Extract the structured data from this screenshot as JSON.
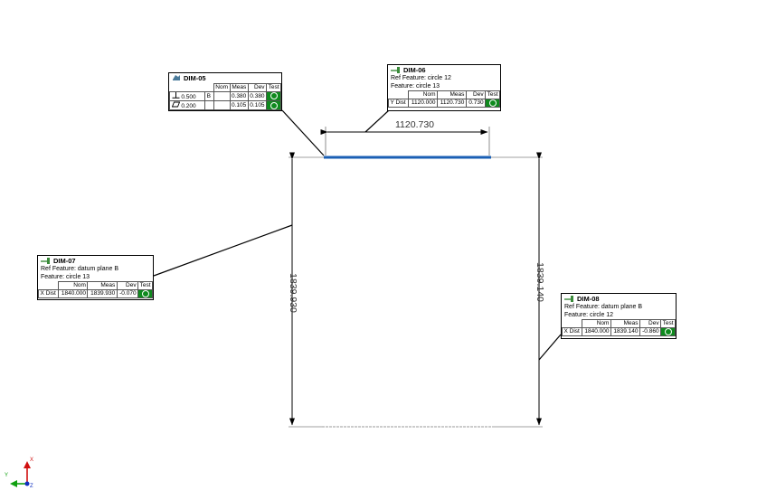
{
  "labels": {
    "nom": "Nom",
    "meas": "Meas",
    "dev": "Dev",
    "test": "Test"
  },
  "dim05": {
    "title": "DIM-05",
    "rows": [
      {
        "sym": "perpendicularity",
        "tol": "0.500",
        "datum": "B",
        "nom": "",
        "meas": "0.380",
        "dev": "0.380"
      },
      {
        "sym": "flatness",
        "tol": "0.200",
        "datum": "",
        "nom": "",
        "meas": "0.105",
        "dev": "0.105"
      }
    ]
  },
  "dim06": {
    "title": "DIM-06",
    "ref": "Ref Feature: circle 12",
    "feature": "Feature: circle 13",
    "row": {
      "label": "Y Dist",
      "nom": "1120.000",
      "meas": "1120.730",
      "dev": "0.730"
    }
  },
  "dim07": {
    "title": "DIM-07",
    "ref": "Ref Feature: datum plane B",
    "feature": "Feature: circle 13",
    "row": {
      "label": "X Dist",
      "nom": "1840.000",
      "meas": "1839.930",
      "dev": "-0.070"
    }
  },
  "dim08": {
    "title": "DIM-08",
    "ref": "Ref Feature: datum plane B",
    "feature": "Feature: circle 12",
    "row": {
      "label": "X Dist",
      "nom": "1840.000",
      "meas": "1839.140",
      "dev": "-0.860"
    }
  },
  "dimensions": {
    "top": "1120.730",
    "left": "1839.930",
    "right": "1839.140"
  },
  "triad": {
    "x": "X",
    "y": "Y",
    "z": "Z"
  },
  "colors": {
    "pass": "#0f8a1e",
    "feature_edge": "#1a5fb4",
    "axis_x": "#d01010",
    "axis_y": "#10a010",
    "axis_z": "#1030c0"
  }
}
